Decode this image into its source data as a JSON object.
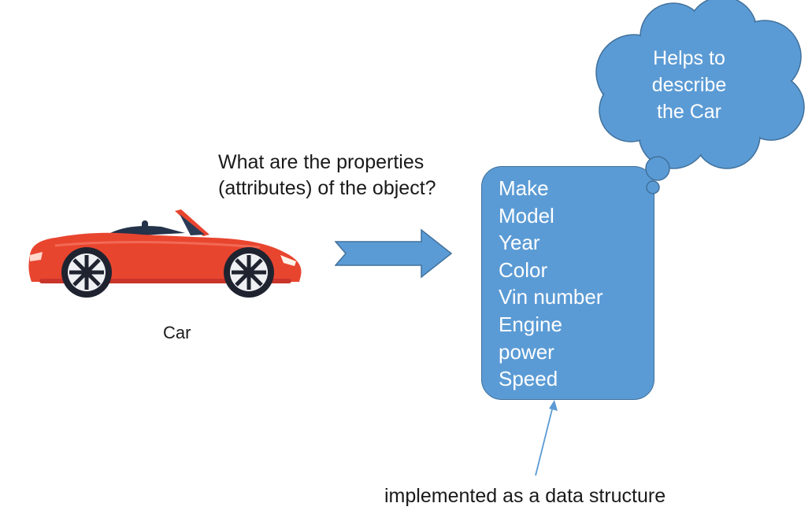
{
  "colors": {
    "box_fill": "#5b9bd5",
    "box_stroke": "#41719c",
    "car_red": "#e8452f",
    "text_white": "#ffffff"
  },
  "car": {
    "label": "Car"
  },
  "question": {
    "line1": "What are the properties",
    "line2": "(attributes) of the object?"
  },
  "attributes": [
    "Make",
    "Model",
    "Year",
    "Color",
    "Vin number",
    "Engine",
    "power",
    "Speed"
  ],
  "thought_cloud": {
    "lines": [
      "Helps to",
      "describe",
      "the Car"
    ]
  },
  "footer": {
    "text": "implemented as a data structure"
  }
}
